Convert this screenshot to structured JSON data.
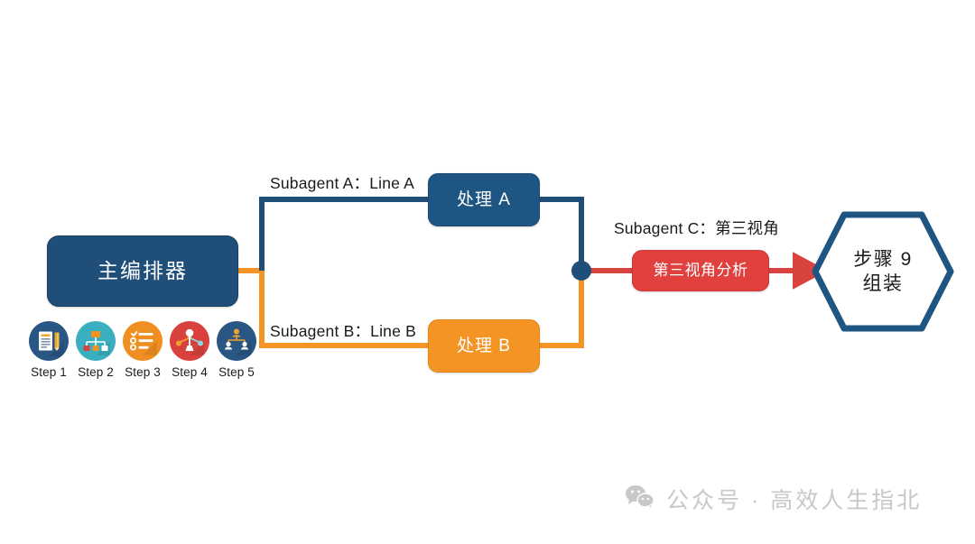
{
  "diagram": {
    "nodes": {
      "main": {
        "label": "主编排器"
      },
      "process_a": {
        "label": "处理 A"
      },
      "process_b": {
        "label": "处理 B"
      },
      "third_view": {
        "label": "第三视角分析"
      },
      "final": {
        "line1": "步骤 9",
        "line2": "组装"
      }
    },
    "edge_labels": {
      "a": "Subagent A：Line A",
      "b": "Subagent B：Line B",
      "c": "Subagent C：第三视角"
    },
    "colors": {
      "navy": "#1f4e79",
      "steel_blue": "#1f5582",
      "orange": "#f49425",
      "red": "#e0413f",
      "hex_outline": "#1f5582",
      "merge_dot": "#1f4e79"
    }
  },
  "steps": [
    {
      "label": "Step 1",
      "icon": "document-pencil-icon",
      "bg": "#2a5684"
    },
    {
      "label": "Step 2",
      "icon": "org-chart-icon",
      "bg": "#3aafbf"
    },
    {
      "label": "Step 3",
      "icon": "checklist-icon",
      "bg": "#ef8f22"
    },
    {
      "label": "Step 4",
      "icon": "network-flow-icon",
      "bg": "#d9413d"
    },
    {
      "label": "Step 5",
      "icon": "team-hierarchy-icon",
      "bg": "#2a5684"
    }
  ],
  "watermark": {
    "icon": "wechat-icon",
    "text": "公众号 · 高效人生指北"
  }
}
